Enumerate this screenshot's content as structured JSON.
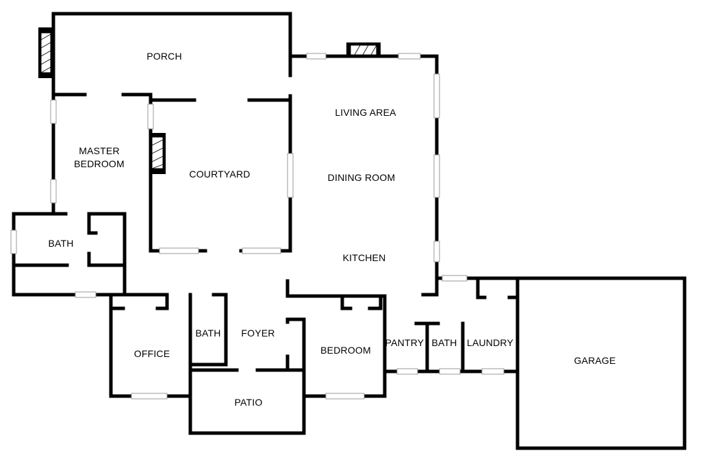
{
  "rooms": {
    "porch": "PORCH",
    "living_area": "LIVING AREA",
    "master_bedroom_line1": "MASTER",
    "master_bedroom_line2": "BEDROOM",
    "courtyard": "COURTYARD",
    "dining_room": "DINING ROOM",
    "bath_master": "BATH",
    "kitchen": "KITCHEN",
    "office": "OFFICE",
    "bath_hall": "BATH",
    "foyer": "FOYER",
    "bedroom": "BEDROOM",
    "pantry": "PANTRY",
    "bath_utility": "BATH",
    "laundry": "LAUNDRY",
    "garage": "GARAGE",
    "patio": "PATIO"
  },
  "colors": {
    "wall": "#000000",
    "window": "#9a9a9a",
    "background": "#ffffff"
  }
}
